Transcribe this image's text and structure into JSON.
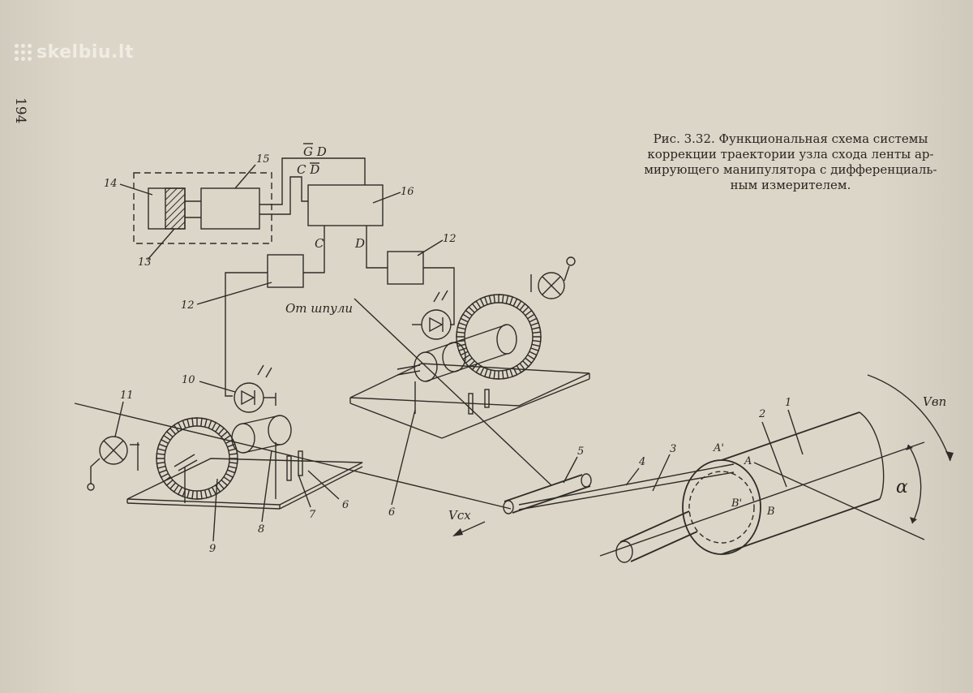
{
  "watermark": {
    "text": "skelbiu.lt"
  },
  "page_number": "194",
  "caption": {
    "lines": [
      "Рис. 3.32. Функциональная схема системы",
      "коррекции траектории узла схода ленты ар-",
      "мирующего манипулятора с дифференциаль-",
      "ным измерителем."
    ]
  },
  "diagram": {
    "signals": {
      "gd": "G D",
      "cd": "C D",
      "c": "C",
      "d": "D",
      "from_spindle": "От шпули"
    },
    "numbers": {
      "n1": "1",
      "n2": "2",
      "n3": "3",
      "n4": "4",
      "n5": "5",
      "n6a": "6",
      "n6b": "6",
      "n7": "7",
      "n8": "8",
      "n9": "9",
      "n10": "10",
      "n11": "11",
      "n12a": "12",
      "n12b": "12",
      "n13": "13",
      "n14": "14",
      "n15": "15",
      "n16": "16"
    },
    "points": {
      "a_prime": "A'",
      "a": "A",
      "b_prime": "B'",
      "b": "B"
    },
    "velocities": {
      "v_ep": "Vвп",
      "v_cx": "Vсх"
    },
    "angle": "α"
  }
}
